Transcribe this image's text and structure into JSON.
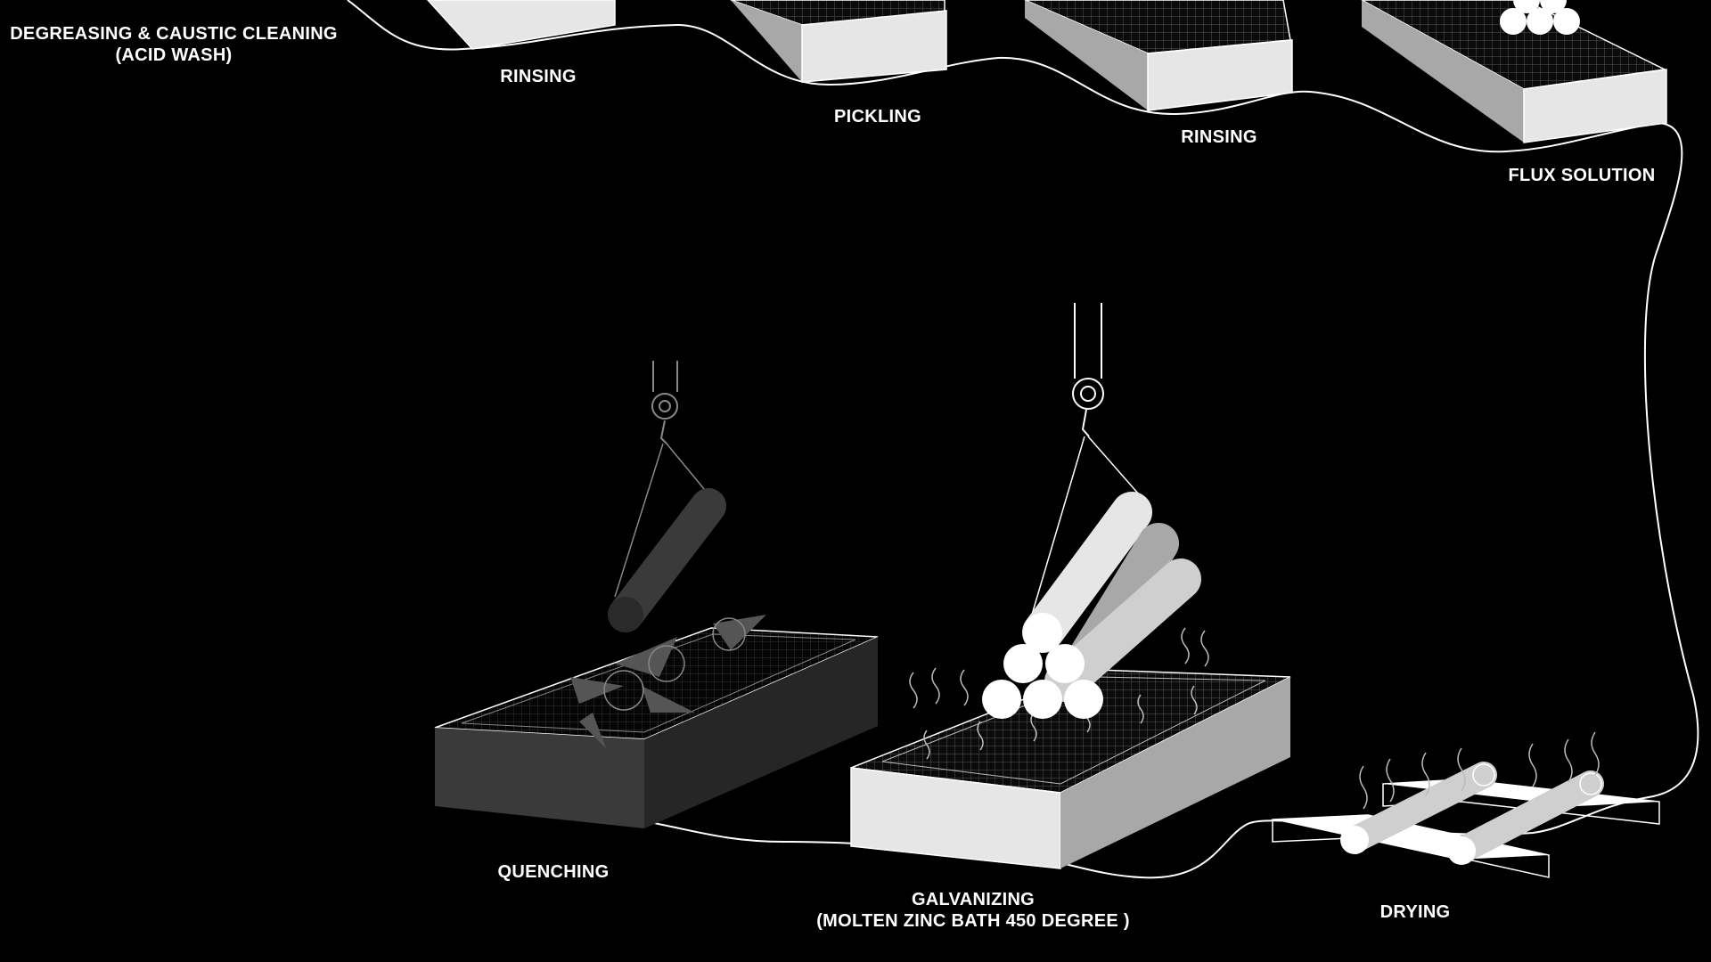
{
  "colors": {
    "background": "#000000",
    "line": "#ffffff",
    "tank_light": "#e6e6e6",
    "tank_mid": "#a8a8a8",
    "tank_dark": "#3a3a3a",
    "tank_darker": "#262626",
    "pipe_light": "#ffffff",
    "pipe_mid": "#cfcfcf",
    "pipe_dark": "#3a3a3a"
  },
  "icons": [
    "tank-icon",
    "crane-hook-icon",
    "pipe-bundle-icon",
    "steam-icon",
    "drying-rack-icon",
    "splash-icon"
  ],
  "stages": [
    {
      "name": "degreasing",
      "line1": "DEGREASING & CAUSTIC CLEANING",
      "line2": "(ACID WASH)"
    },
    {
      "name": "rinsing-1",
      "line1": "RINSING"
    },
    {
      "name": "pickling",
      "line1": "PICKLING"
    },
    {
      "name": "rinsing-2",
      "line1": "RINSING"
    },
    {
      "name": "flux-solution",
      "line1": "FLUX SOLUTION"
    },
    {
      "name": "drying",
      "line1": "DRYING"
    },
    {
      "name": "galvanizing",
      "line1": "GALVANIZING",
      "line2": "(MOLTEN ZINC BATH 450 DEGREE )"
    },
    {
      "name": "quenching",
      "line1": "QUENCHING"
    }
  ]
}
